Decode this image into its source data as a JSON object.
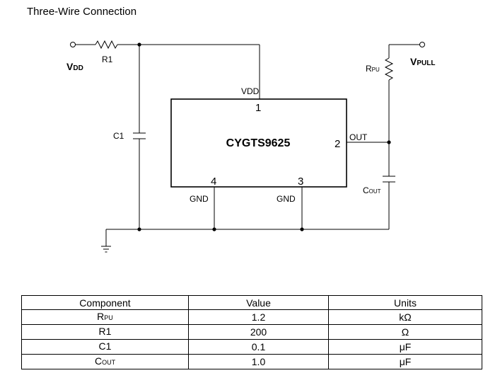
{
  "title": "Three-Wire Connection",
  "schematic": {
    "chip_name": "CYGTS9625",
    "pins": {
      "vdd_label": "VDD",
      "vdd_num": "1",
      "out_label": "OUT",
      "out_num": "2",
      "gnd4_label": "GND",
      "gnd4_num": "4",
      "gnd3_label": "GND",
      "gnd3_num": "3"
    },
    "labels": {
      "vdd_main": "V",
      "vdd_sub": "DD",
      "vpull_main": "V",
      "vpull_sub": "PULL",
      "r1": "R1",
      "c1": "C1",
      "rpu_main": "R",
      "rpu_sub": "PU",
      "cout_main": "C",
      "cout_sub": "OUT"
    }
  },
  "table": {
    "headers": [
      "Component",
      "Value",
      "Units"
    ],
    "rows": [
      {
        "component_main": "R",
        "component_sub": "PU",
        "value": "1.2",
        "units": "kΩ"
      },
      {
        "component_main": "R1",
        "component_sub": "",
        "value": "200",
        "units": "Ω"
      },
      {
        "component_main": "C1",
        "component_sub": "",
        "value": "0.1",
        "units": "μF"
      },
      {
        "component_main": "C",
        "component_sub": "OUT",
        "value": "1.0",
        "units": "μF"
      }
    ]
  }
}
